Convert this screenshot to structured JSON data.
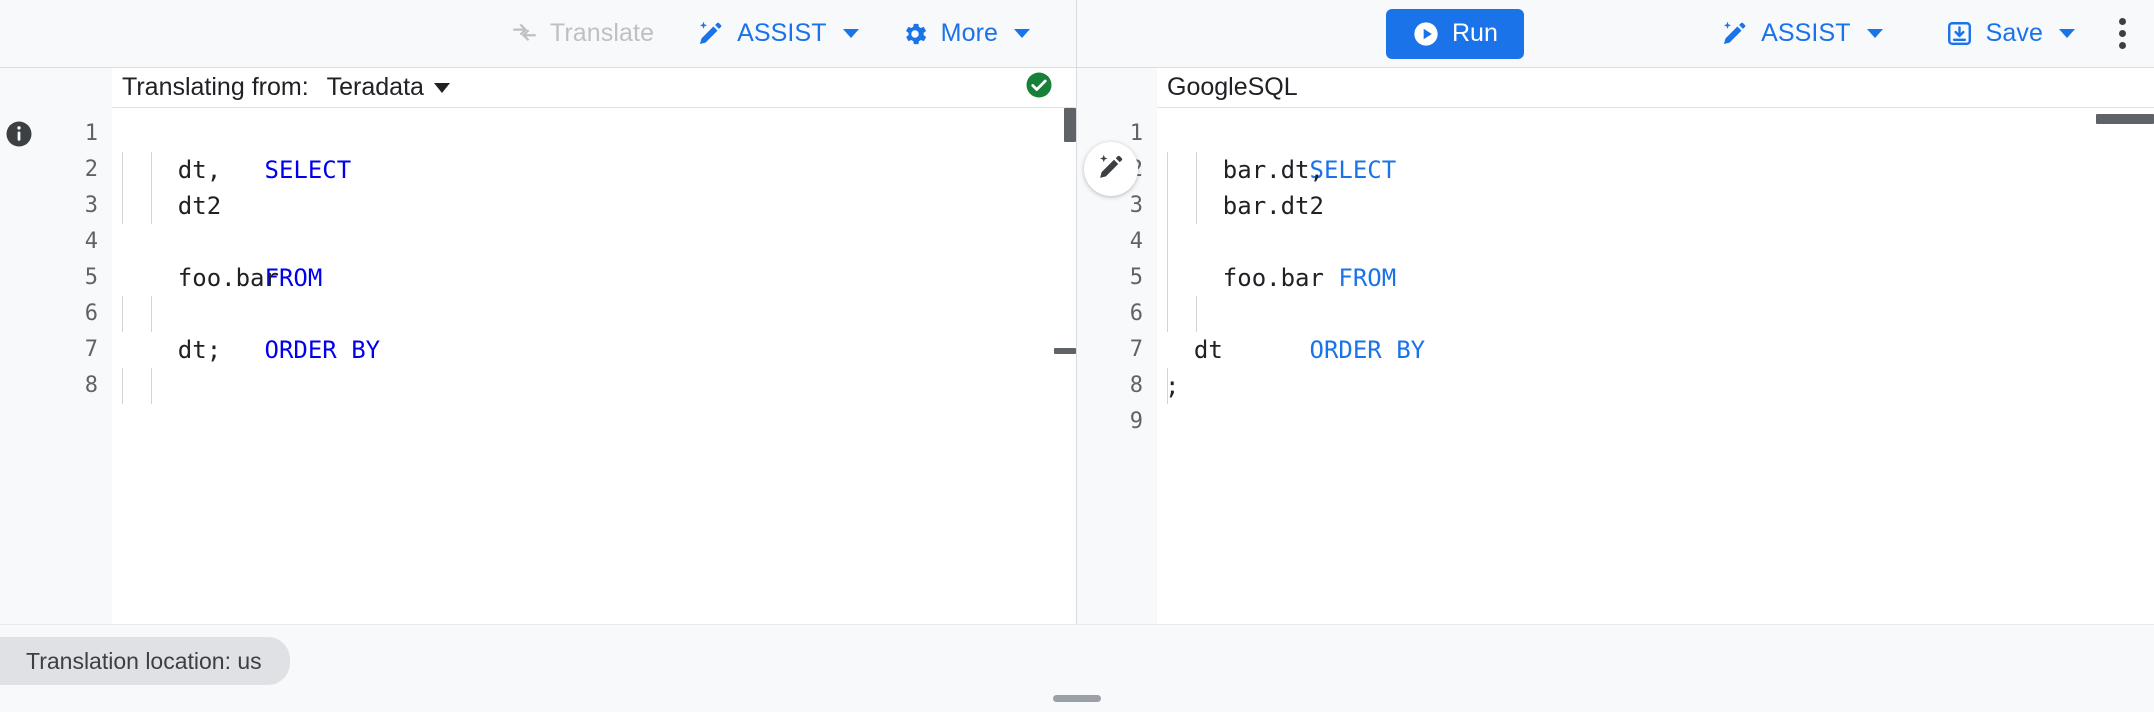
{
  "toolbar": {
    "left": [
      {
        "label": "Translate",
        "icon": "translate-swap-icon",
        "disabled": true
      },
      {
        "label": "ASSIST",
        "icon": "assist-pencil-icon",
        "disabled": false,
        "caret": true
      },
      {
        "label": "More",
        "icon": "gear-icon",
        "disabled": false,
        "caret": true
      }
    ],
    "run_label": "Run",
    "run_icon": "play-circle-icon",
    "right": [
      {
        "label": "ASSIST",
        "icon": "assist-pencil-icon",
        "caret": true
      },
      {
        "label": "Save",
        "icon": "save-download-icon",
        "caret": true
      }
    ],
    "overflow_icon": "kebab-menu-icon",
    "accent_color": "#1a73e8",
    "disabled_color": "#bdc1c6"
  },
  "source_pane": {
    "translating_from_label": "Translating from:",
    "dialect": "Teradata",
    "status_icon": "check-circle-icon",
    "status_color": "#188038",
    "info_icon": "info-icon",
    "line_numbers": [
      "1",
      "2",
      "3",
      "4",
      "5",
      "6",
      "7",
      "8"
    ],
    "code_lines": [
      {
        "text": "SELECT",
        "keyword": "SELECT",
        "rest": "",
        "squiggle": true
      },
      {
        "text": "    dt,",
        "keyword": "",
        "rest": "    dt,"
      },
      {
        "text": "    dt2",
        "keyword": "",
        "rest": "    dt2"
      },
      {
        "text": "FROM",
        "keyword": "FROM",
        "rest": ""
      },
      {
        "text": "    foo.bar",
        "keyword": "",
        "rest": "    foo.bar"
      },
      {
        "text": "ORDER BY",
        "keyword": "ORDER BY",
        "rest": ""
      },
      {
        "text": "    dt;",
        "keyword": "",
        "rest": "    dt;"
      },
      {
        "text": "",
        "keyword": "",
        "rest": ""
      }
    ]
  },
  "target_pane": {
    "dialect": "GoogleSQL",
    "assist_fab_icon": "assist-pencil-icon",
    "line_numbers": [
      "1",
      "2",
      "3",
      "4",
      "5",
      "6",
      "7",
      "8",
      "9"
    ],
    "code_lines": [
      {
        "keyword": "SELECT",
        "rest": ""
      },
      {
        "keyword": "",
        "rest": "    bar.dt,"
      },
      {
        "keyword": "",
        "rest": "    bar.dt2"
      },
      {
        "keyword": "  FROM",
        "rest": ""
      },
      {
        "keyword": "",
        "rest": "    foo.bar"
      },
      {
        "keyword": "ORDER BY",
        "rest": ""
      },
      {
        "keyword": "",
        "rest": "  dt"
      },
      {
        "keyword": "",
        "rest": ";"
      },
      {
        "keyword": "",
        "rest": ""
      }
    ]
  },
  "footer": {
    "location_text": "Translation location: us",
    "drag_handle": "resize-handle"
  }
}
